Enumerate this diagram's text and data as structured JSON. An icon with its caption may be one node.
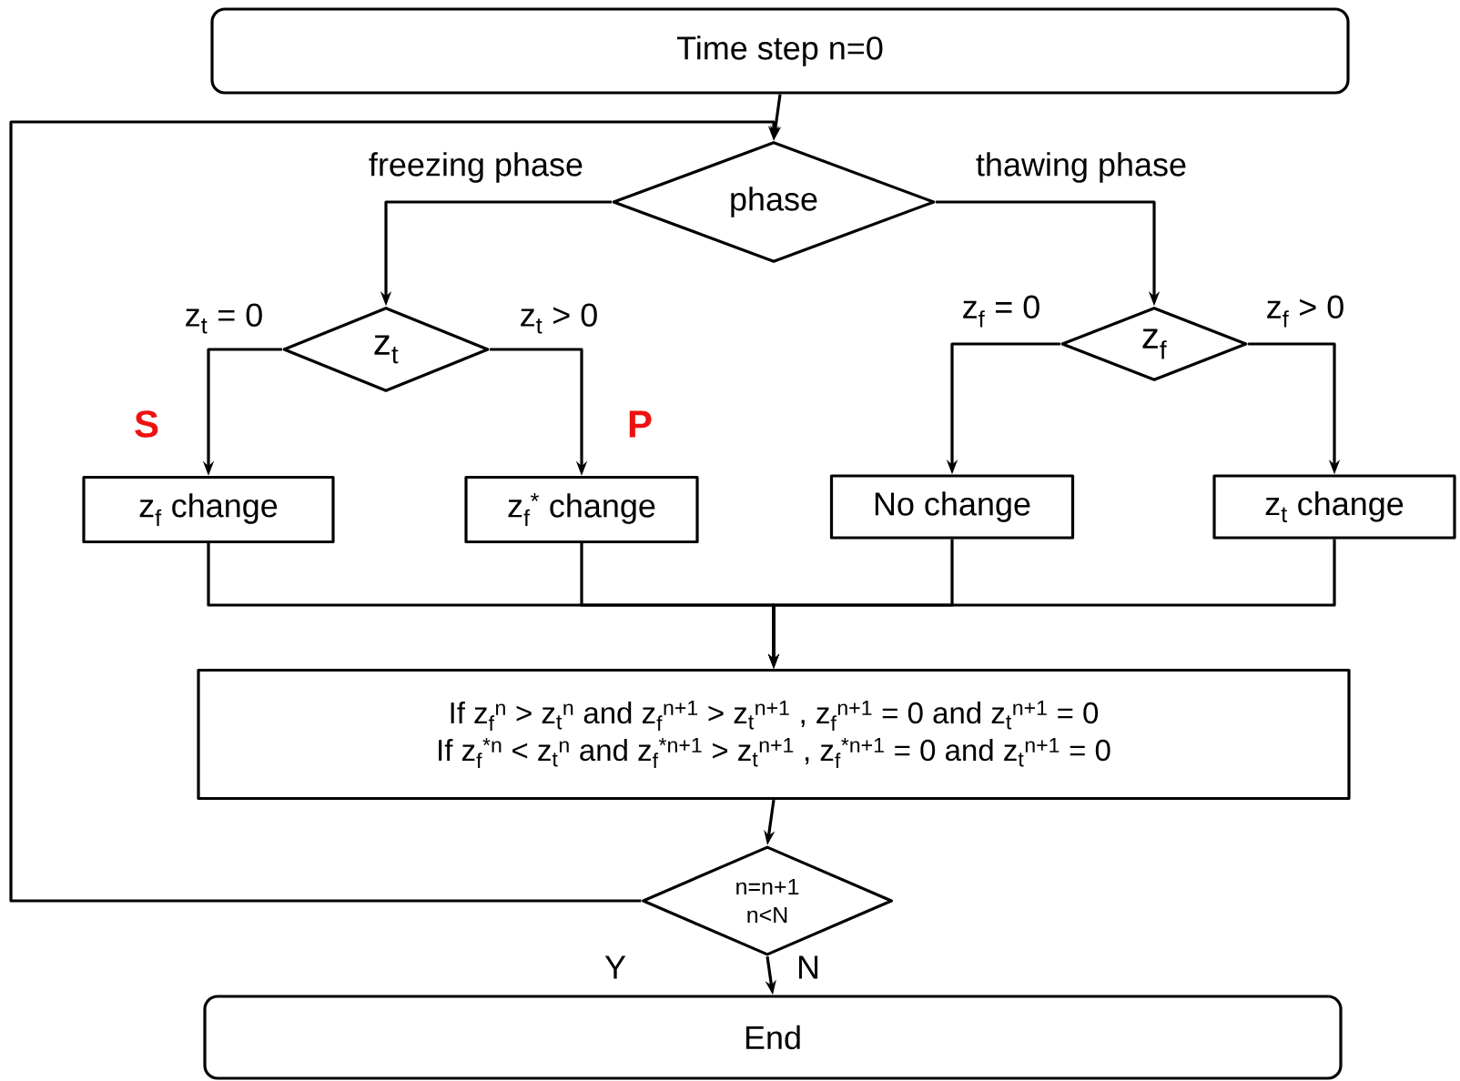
{
  "diagram": {
    "nodes": [
      {
        "text": [
          "Time step n=0"
        ]
      },
      {
        "text": [
          "phase"
        ]
      },
      {
        "text": [
          "z$_{t}$"
        ]
      },
      {
        "text": [
          "z$_{f}$"
        ]
      },
      {
        "text": [
          "z$_{f}$ change"
        ]
      },
      {
        "text": [
          "z$_{f}$$^{*}$ change"
        ]
      },
      {
        "text": [
          "No change"
        ]
      },
      {
        "text": [
          "z$_{t}$ change"
        ]
      },
      {
        "text": [
          "If z$_{f}$$^{n}$ > z$_{t}$$^{n}$ and z$_{f}$$^{n+1}$ > z$_{t}$$^{n+1}$ , z$_{f}$$^{n+1}$ = 0 and z$_{t}$$^{n+1}$ = 0",
          "If z$_{f}$$^{*n}$ < z$_{t}$$^{n}$ and z$_{f}$$^{*n+1}$ > z$_{t}$$^{n+1}$ , z$_{f}$$^{*n+1}$ = 0 and z$_{t}$$^{n+1}$ = 0"
        ]
      },
      {
        "text": [
          "n=n+1",
          "n<N"
        ]
      },
      {
        "text": [
          "End"
        ]
      }
    ],
    "edges": [
      {
        "from": 0,
        "to": 1,
        "arrow": "to"
      },
      {
        "from": 1,
        "to": 2,
        "arrow": "to",
        "label": "freezing phase"
      },
      {
        "from": 1,
        "to": 3,
        "arrow": "to",
        "label": "thawing phase"
      },
      {
        "from": 2,
        "to": 4,
        "arrow": "to",
        "label": "z$_{t}$ = 0"
      },
      {
        "from": 2,
        "to": 5,
        "arrow": "to",
        "label": "z$_{t}$ > 0"
      },
      {
        "from": 3,
        "to": 6,
        "arrow": "to",
        "label": "z$_{f}$ = 0"
      },
      {
        "from": 3,
        "to": 7,
        "arrow": "to",
        "label": "z$_{f}$ > 0"
      },
      {
        "from": 4,
        "to": 8,
        "arrow": "to"
      },
      {
        "from": 5,
        "to": 8,
        "arrow": "to"
      },
      {
        "from": 6,
        "to": 8,
        "arrow": "to"
      },
      {
        "from": 7,
        "to": 8,
        "arrow": "to"
      },
      {
        "from": 8,
        "to": 9,
        "arrow": "to"
      },
      {
        "from": 9,
        "to": 1,
        "arrow": "to",
        "label": "Y"
      },
      {
        "from": 9,
        "to": 10,
        "arrow": "to",
        "label": "N"
      }
    ],
    "labels": [
      "S",
      "P"
    ]
  }
}
